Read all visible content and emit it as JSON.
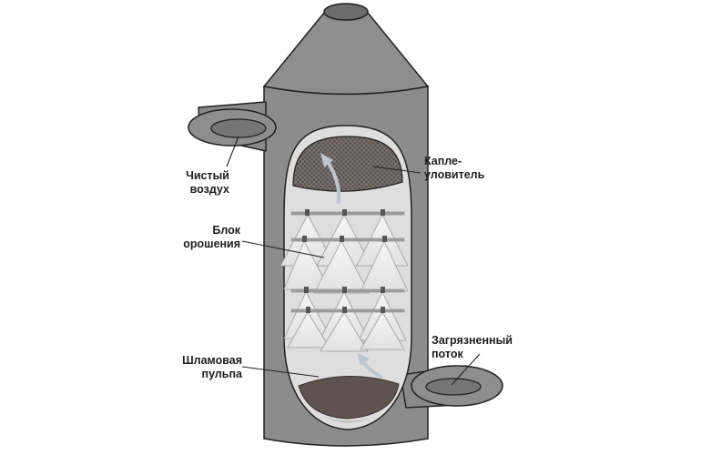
{
  "labels": {
    "clean_air": {
      "line1": "Чистый",
      "line2": "воздух"
    },
    "droplet_catcher": {
      "line1": "Капле-",
      "line2": "уловитель"
    },
    "spray_block": {
      "line1": "Блок",
      "line2": "орошения"
    },
    "polluted_flow": {
      "line1": "Загрязненный",
      "line2": "поток"
    },
    "sludge_pulp": {
      "line1": "Шламовая",
      "line2": "пульпа"
    }
  },
  "colors": {
    "shell": "#8d8d8d",
    "shell_dark": "#6f6f6f",
    "interior": "#dcdcdc",
    "sludge": "#5e5350",
    "mesh": "#4a4443",
    "arrow": "#c9ced6",
    "label_text": "#1e1e1e"
  }
}
